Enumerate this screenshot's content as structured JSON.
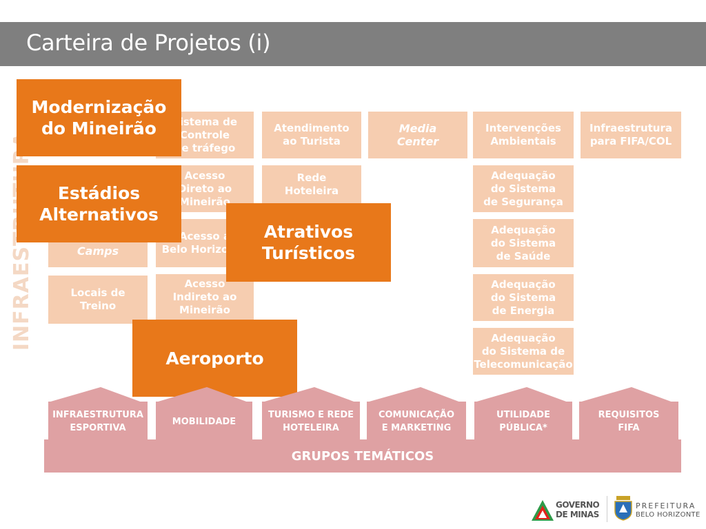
{
  "title": "Carteira de Projetos (i)",
  "side_label": "INFRAESTRUTURA",
  "project_boxes": [
    {
      "id": "sistema-controle-trafego",
      "text": "Sistema de\nControle\nde tráfego"
    },
    {
      "id": "atendimento-turista",
      "text": "Atendimento\nao Turista"
    },
    {
      "id": "media-center",
      "text": "Media\nCenter"
    },
    {
      "id": "intervencoes-ambientais",
      "text": "Intervenções\nAmbientais"
    },
    {
      "id": "infraestrutura-fifa-col",
      "text": "Infraestrutura\npara FIFA/COL"
    },
    {
      "id": "acesso-direto-mineirao",
      "text": "Acesso\nDireto ao\nMineirão"
    },
    {
      "id": "rede-hoteleira",
      "text": "Rede\nHoteleira"
    },
    {
      "id": "adequacao-seguranca",
      "text": "Adequação\ndo Sistema\nde Segurança"
    },
    {
      "id": "camps",
      "text": "Camps"
    },
    {
      "id": "acesso-belo-horizonte",
      "text": "Acesso a\nBelo Horizonte"
    },
    {
      "id": "adequacao-saude",
      "text": "Adequação\ndo Sistema\nde Saúde"
    },
    {
      "id": "locais-treino",
      "text": "Locais de\nTreino"
    },
    {
      "id": "acesso-indireto-mineirao",
      "text": "Acesso\nIndireto ao\nMineirão"
    },
    {
      "id": "adequacao-energia",
      "text": "Adequação\ndo Sistema\nde Energia"
    },
    {
      "id": "adequacao-telecom",
      "text": "Adequação\ndo Sistema de\nTelecomunicação"
    }
  ],
  "highlight_boxes": [
    {
      "id": "modernizacao-mineirao",
      "text": "Modernização\ndo Mineirão"
    },
    {
      "id": "estadios-alternativos",
      "text": "Estádios\nAlternativos"
    },
    {
      "id": "atrativos-turisticos",
      "text": "Atrativos\nTurísticos"
    },
    {
      "id": "aeroporto",
      "text": "Aeroporto"
    }
  ],
  "groups": [
    {
      "id": "infraestrutura-esportiva",
      "text": "INFRAESTRUTURA\nESPORTIVA"
    },
    {
      "id": "mobilidade",
      "text": "MOBILIDADE"
    },
    {
      "id": "turismo-rede-hoteleira",
      "text": "TURISMO E REDE\nHOTELEIRA"
    },
    {
      "id": "comunicacao-marketing",
      "text": "COMUNICAÇÃO\nE MARKETING"
    },
    {
      "id": "utilidade-publica",
      "text": "UTILIDADE\nPÚBLICA*"
    },
    {
      "id": "requisitos-fifa",
      "text": "REQUISITOS\nFIFA"
    }
  ],
  "groups_base": "GRUPOS TEMÁTICOS",
  "logos": {
    "governo": "GOVERNO\nDE MINAS",
    "prefeitura_line1": "PREFEITURA",
    "prefeitura_line2": "BELO HORIZONTE"
  },
  "colors": {
    "title_bar": "#7f7f7f",
    "project_box": "#f6cdb0",
    "highlight_box": "#e8781a",
    "group": "#dfa1a3"
  }
}
